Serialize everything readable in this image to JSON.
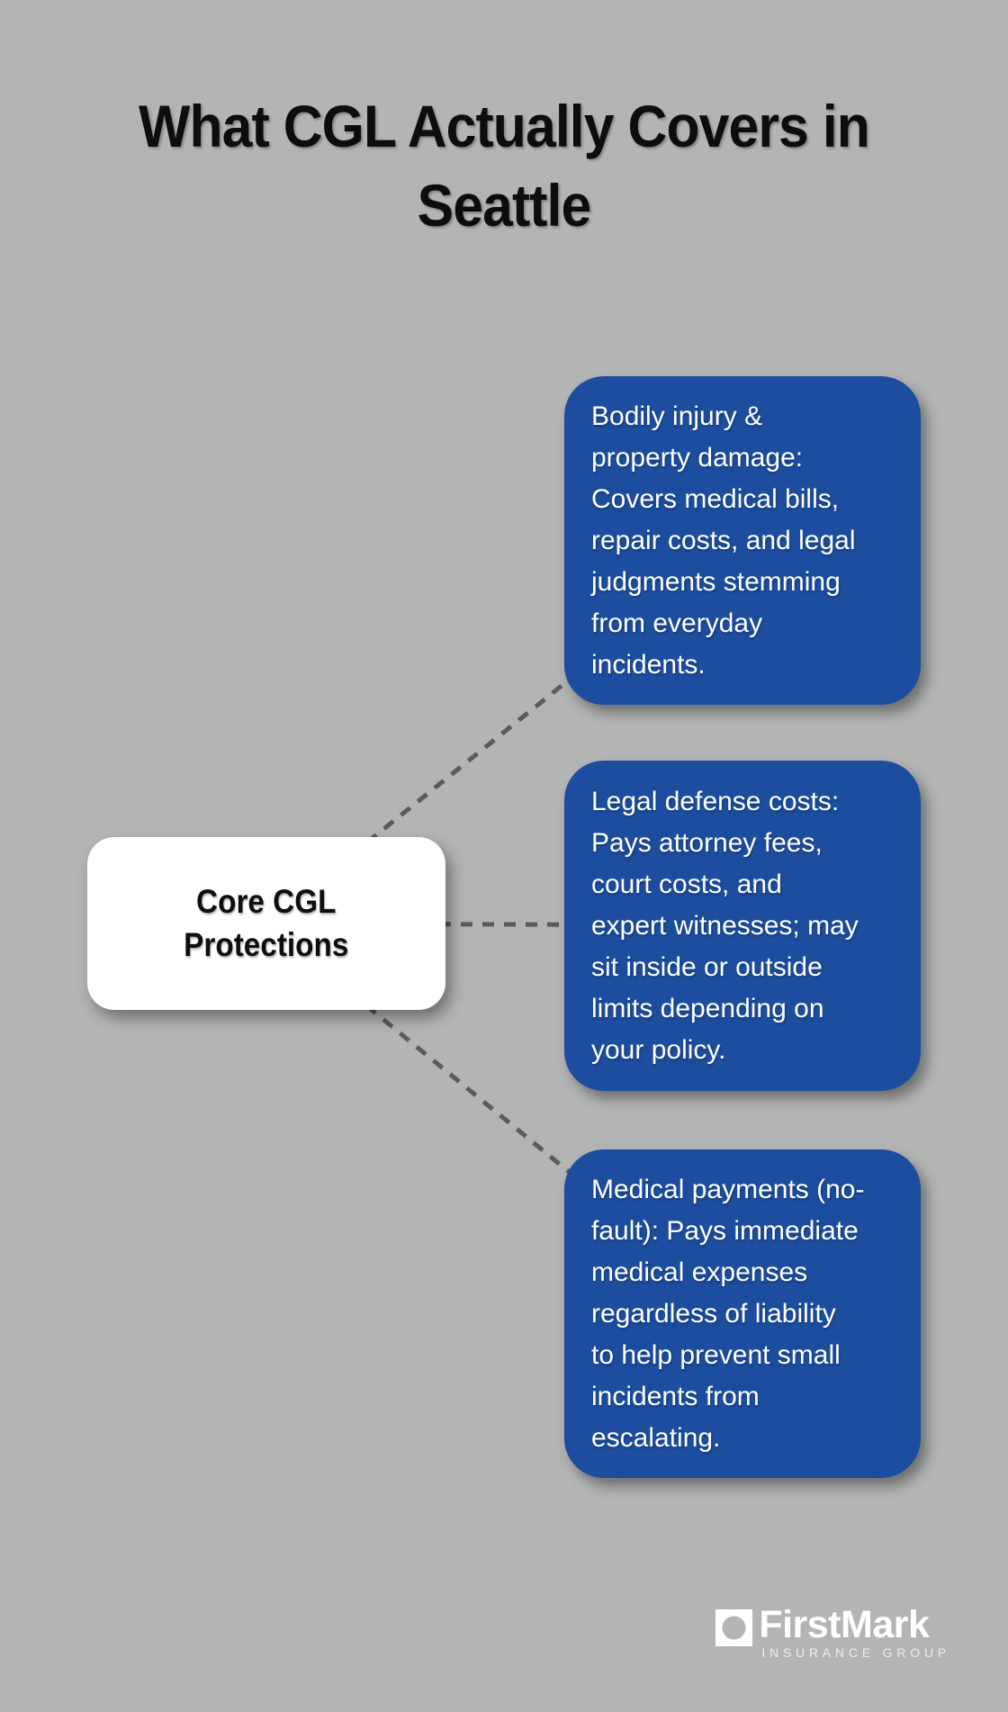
{
  "title": "What CGL Actually Covers in\nSeattle",
  "center_node": {
    "label": "Core CGL\nProtections"
  },
  "branches": [
    {
      "text": "Bodily injury &\nproperty damage:\nCovers medical bills,\nrepair costs, and legal\njudgments stemming\nfrom everyday\nincidents."
    },
    {
      "text": "Legal defense costs:\nPays attorney fees,\ncourt costs, and\nexpert witnesses; may\nsit inside or outside\nlimits depending on\nyour policy."
    },
    {
      "text": "Medical payments (no-\nfault): Pays immediate\nmedical expenses\nregardless of liability\nto help prevent small\nincidents from\nescalating."
    }
  ],
  "logo": {
    "brand": "FirstMark",
    "tagline": "INSURANCE GROUP",
    "icon": "square-circle-logo-icon"
  },
  "colors": {
    "background": "#b3b4b4",
    "branch_blue": "#1c4d9e",
    "center_white": "#ffffff",
    "connector_gray": "#5b5b5b",
    "title_text": "#0d0d0d",
    "branch_text": "#ffffff"
  }
}
